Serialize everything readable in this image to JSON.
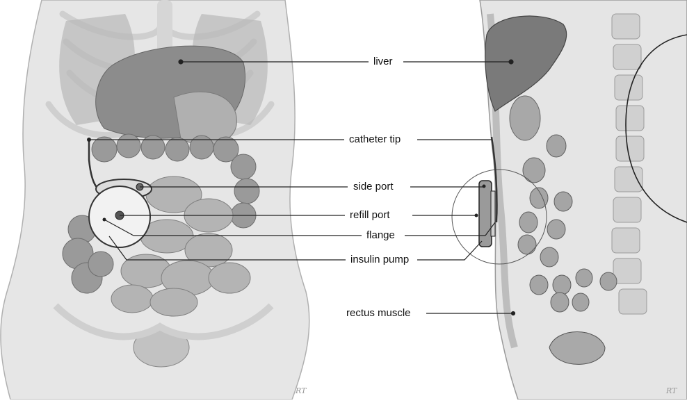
{
  "labels": {
    "liver": "liver",
    "catheter_tip": "catheter tip",
    "side_port": "side port",
    "refill_port": "refill port",
    "flange": "flange",
    "insulin_pump": "insulin pump",
    "rectus_muscle": "rectus muscle"
  },
  "signature": "RT",
  "colors": {
    "background": "#ffffff",
    "body_fill": "#e3e3e3",
    "organ_dark": "#7d7d7d",
    "organ_mid": "#a9a9a9",
    "organ_light": "#c8c8c8",
    "leader_line": "#222222"
  }
}
